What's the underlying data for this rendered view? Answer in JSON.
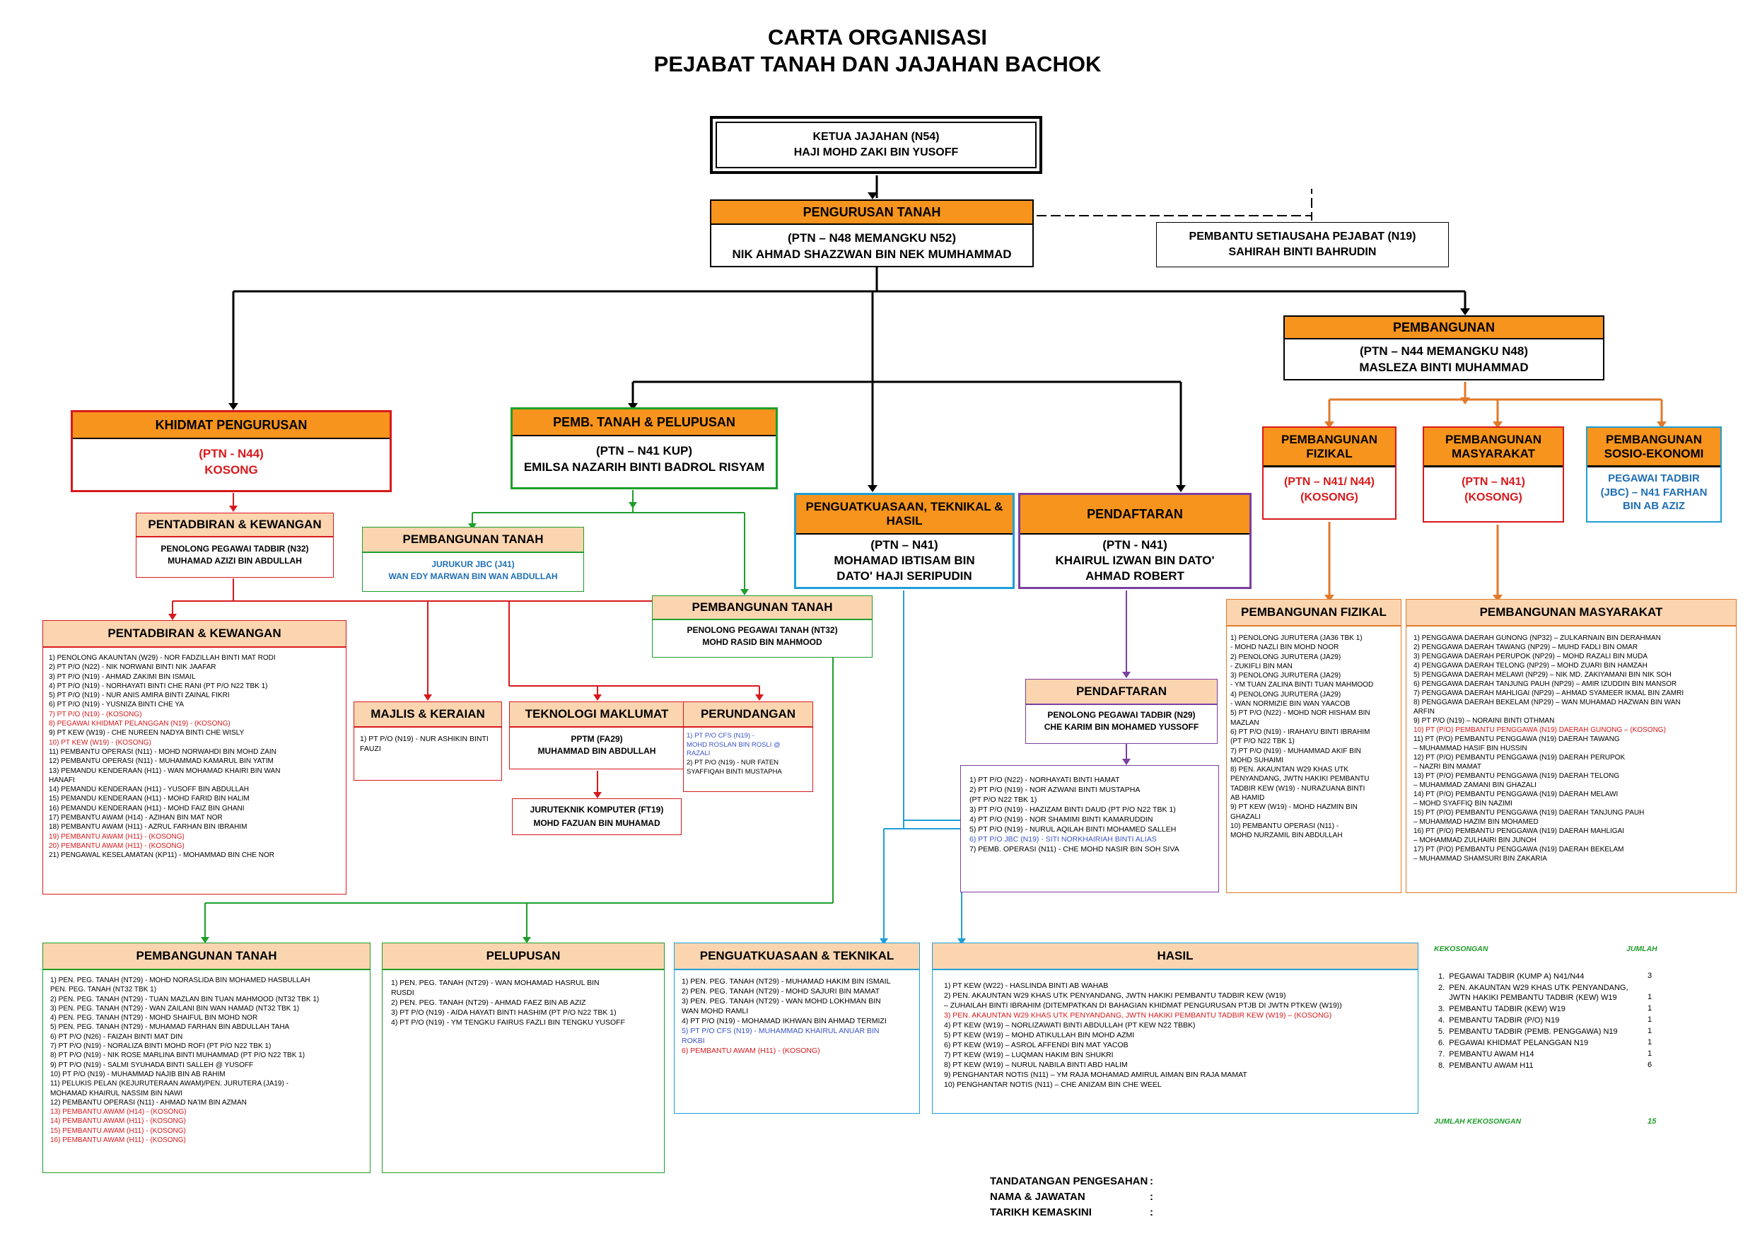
{
  "title": {
    "line1": "CARTA ORGANISASI",
    "line2": "PEJABAT TANAH DAN JAJAHAN BACHOK"
  },
  "ketua": {
    "line1": "KETUA JAJAHAN (N54)",
    "line2": "HAJI MOHD ZAKI BIN YUSOFF"
  },
  "pengurusan": {
    "head": "PENGURUSAN TANAH",
    "line1": "(PTN – N48 MEMANGKU N52)",
    "line2": "NIK AHMAD SHAZZWAN BIN NEK MUMHAMMAD"
  },
  "setiausaha": {
    "line1": "PEMBANTU SETIAUSAHA PEJABAT (N19)",
    "line2": "SAHIRAH BINTI BAHRUDIN"
  },
  "pembangunan": {
    "head": "PEMBANGUNAN",
    "line1": "(PTN – N44 MEMANGKU N48)",
    "line2": "MASLEZA BINTI MUHAMMAD"
  },
  "khidmat": {
    "head": "KHIDMAT PENGURUSAN",
    "line1": "(PTN - N44)",
    "line2": "KOSONG"
  },
  "pembTanah": {
    "head": "PEMB. TANAH & PELUPUSAN",
    "line1": "(PTN – N41 KUP)",
    "line2": "EMILSA NAZARIH BINTI BADROL RISYAM"
  },
  "penguatkuasaan": {
    "head": "PENGUATKUASAAN, TEKNIKAL & HASIL",
    "line1": "(PTN – N41)",
    "line2": "MOHAMAD IBTISAM BIN",
    "line3": "DATO' HAJI SERIPUDIN"
  },
  "pendaftaran": {
    "head": "PENDAFTARAN",
    "line1": "(PTN - N41)",
    "line2": "KHAIRUL IZWAN BIN DATO'",
    "line3": "AHMAD ROBERT"
  },
  "pFizikal": {
    "head": "PEMBANGUNAN FIZIKAL",
    "line1": "(PTN – N41/ N44)",
    "line2": "(KOSONG)"
  },
  "pMasyarakat": {
    "head": "PEMBANGUNAN MASYARAKAT",
    "line1": "(PTN – N41)",
    "line2": "(KOSONG)"
  },
  "pSosio": {
    "head": "PEMBANGUNAN SOSIO-EKONOMI",
    "line1": "PEGAWAI TADBIR",
    "line2": "(JBC) – N41 FARHAN",
    "line3": "BIN AB AZIZ"
  },
  "pentadbiran1": {
    "head": "PENTADBIRAN & KEWANGAN",
    "line1": "PENOLONG PEGAWAI TADBIR (N32)",
    "line2": "MUHAMAD AZIZI BIN ABDULLAH"
  },
  "pembTanahSub": {
    "head": "PEMBANGUNAN TANAH",
    "line1": "JURUKUR JBC (J41)",
    "line2": "WAN EDY MARWAN BIN WAN ABDULLAH"
  },
  "pembTanah2": {
    "head": "PEMBANGUNAN TANAH",
    "line1": "PENOLONG PEGAWAI TANAH (NT32)",
    "line2": "MOHD RASID BIN MAHMOOD"
  },
  "pendaftaranSub": {
    "head": "PENDAFTARAN",
    "line1": "PENOLONG PEGAWAI TADBIR (N29)",
    "line2": "CHE KARIM BIN MOHAMED YUSSOFF"
  },
  "pentadbiran2": {
    "head": "PENTADBIRAN & KEWANGAN",
    "items": [
      {
        "t": "1) PENOLONG AKAUNTAN (W29) - NOR FADZILLAH BINTI MAT RODI",
        "c": ""
      },
      {
        "t": "2) PT P/O (N22) - NIK NORWANI BINTI NIK JAAFAR",
        "c": ""
      },
      {
        "t": "3) PT P/O (N19) - AHMAD ZAKIMI BIN ISMAIL",
        "c": ""
      },
      {
        "t": "4) PT P/O (N19) - NORHAYATI BINTI CHE RANI (PT P/O N22 TBK 1)",
        "c": ""
      },
      {
        "t": "5) PT P/O (N19) - NUR ANIS AMIRA BINTI ZAINAL FIKRI",
        "c": ""
      },
      {
        "t": "6) PT P/O (N19) - YUSNIZA BINTI CHE YA",
        "c": ""
      },
      {
        "t": "7) PT P/O (N19) - (KOSONG)",
        "c": "r"
      },
      {
        "t": "8) PEGAWAI KHIDMAT PELANGGAN (N19) - (KOSONG)",
        "c": "r"
      },
      {
        "t": "9) PT KEW (W19) - CHE NUREEN NADYA BINTI CHE WISLY",
        "c": ""
      },
      {
        "t": "10) PT KEW (W19) - (KOSONG)",
        "c": "r"
      },
      {
        "t": "11) PEMBANTU OPERASI (N11) - MOHD NORWAHDI BIN MOHD ZAIN",
        "c": ""
      },
      {
        "t": "12) PEMBANTU OPERASI (N11) - MUHAMMAD KAMARUL BIN YATIM",
        "c": ""
      },
      {
        "t": "13) PEMANDU KENDERAAN (H11) - WAN MOHAMAD KHAIRI BIN WAN\n      HANAFI",
        "c": ""
      },
      {
        "t": "14) PEMANDU KENDERAAN (H11) - YUSOFF BIN ABDULLAH",
        "c": ""
      },
      {
        "t": "15) PEMANDU KENDERAAN (H11) - MOHD FARID BIN HALIM",
        "c": ""
      },
      {
        "t": "16) PEMANDU KENDERAAN (H11) - MOHD FAIZ BIN GHANI",
        "c": ""
      },
      {
        "t": "17) PEMBANTU AWAM (H14) - AZIHAN BIN MAT NOR",
        "c": ""
      },
      {
        "t": "18) PEMBANTU AWAM (H11) - AZRUL FARHAN BIN IBRAHIM",
        "c": ""
      },
      {
        "t": "19) PEMBANTU AWAM (H11) - (KOSONG)",
        "c": "r"
      },
      {
        "t": "20) PEMBANTU AWAM (H11) - (KOSONG)",
        "c": "r"
      },
      {
        "t": "21) PENGAWAL KESELAMATAN (KP11) - MOHAMMAD BIN CHE NOR",
        "c": ""
      }
    ]
  },
  "majlis": {
    "head": "MAJLIS & KERAIAN",
    "items": [
      {
        "t": "1) PT P/O (N19) - NUR ASHIKIN BINTI\n    FAUZI",
        "c": ""
      }
    ]
  },
  "teknologi": {
    "head": "TEKNOLOGI MAKLUMAT",
    "line1": "PPTM (FA29)",
    "line2": "MUHAMMAD BIN ABDULLAH"
  },
  "juruteknik": {
    "line1": "JURUTEKNIK KOMPUTER (FT19)",
    "line2": "MOHD FAZUAN BIN MUHAMAD"
  },
  "perundangan": {
    "head": "PERUNDANGAN",
    "items": [
      {
        "t": "1) PT P/O CFS (N19) -\n    MOHD ROSLAN BIN ROSLI @\n    RAZALI",
        "c": "b"
      },
      {
        "t": "2) PT P/O (N19) - NUR FATEN\n    SYAFFIQAH BINTI MUSTAPHA",
        "c": ""
      }
    ]
  },
  "pendaftaranList": {
    "items": [
      {
        "t": "1) PT P/O (N22) - NORHAYATI BINTI HAMAT",
        "c": ""
      },
      {
        "t": "2) PT P/O (N19) - NOR AZWANI BINTI MUSTAPHA\n                                  (PT P/O N22 TBK 1)",
        "c": ""
      },
      {
        "t": "3) PT P/O (N19) - HAZIZAM BINTI DAUD (PT P/O N22 TBK 1)",
        "c": ""
      },
      {
        "t": "4) PT P/O (N19) - NOR SHAMIMI BINTI KAMARUDDIN",
        "c": ""
      },
      {
        "t": "5) PT P/O (N19) - NURUL AQILAH BINTI MOHAMED SALLEH",
        "c": ""
      },
      {
        "t": "6) PT P/O JBC (N19) - SITI NORKHAIRIAH BINTI ALIAS",
        "c": "b"
      },
      {
        "t": "7) PEMB. OPERASI (N11) - CHE MOHD NASIR BIN SOH SIVA",
        "c": ""
      }
    ]
  },
  "fizikalList": {
    "head": "PEMBANGUNAN FIZIKAL",
    "items": [
      {
        "t": "1) PENOLONG JURUTERA (JA36 TBK 1)\n    - MOHD NAZLI BIN MOHD NOOR",
        "c": ""
      },
      {
        "t": "2) PENOLONG JURUTERA (JA29)\n    - ZUKIFLI BIN MAN",
        "c": ""
      },
      {
        "t": "3) PENOLONG JURUTERA (JA29)\n    - YM TUAN ZALINA BINTI TUAN MAHMOOD",
        "c": ""
      },
      {
        "t": "4) PENOLONG JURUTERA (JA29)\n    - WAN NORMIZIE BIN WAN YAACOB",
        "c": ""
      },
      {
        "t": "5) PT P/O (N22) - MOHD NOR HISHAM BIN\n                              MAZLAN",
        "c": ""
      },
      {
        "t": "6) PT P/O (N19) - IRAHAYU BINTI IBRAHIM\n                       (PT P/O N22 TBK 1)",
        "c": ""
      },
      {
        "t": "7) PT P/O (N19) - MUHAMMAD AKIF BIN\n                              MOHD SUHAIMI",
        "c": ""
      },
      {
        "t": "8) PEN.  AKAUNTAN W29 KHAS UTK\n    PENYANDANG, JWTN HAKIKI PEMBANTU\n    TADBIR KEW (W19) - NURAZUANA BINTI\n                                  AB HAMID",
        "c": ""
      },
      {
        "t": "9) PT KEW (W19) - MOHD HAZMIN BIN\n                              GHAZALI",
        "c": ""
      },
      {
        "t": "10) PEMBANTU OPERASI (N11) -\n    MOHD NURZAMIL BIN ABDULLAH",
        "c": ""
      }
    ]
  },
  "masyarakatList": {
    "head": "PEMBANGUNAN MASYARAKAT",
    "items": [
      {
        "t": "1)  PENGGAWA DAERAH GUNONG (NP32) – ZULKARNAIN BIN DERAHMAN",
        "c": ""
      },
      {
        "t": "2)  PENGGAWA DAERAH TAWANG (NP29) – MUHD FADLI BIN OMAR",
        "c": ""
      },
      {
        "t": "3)  PENGGAWA DAERAH PERUPOK (NP29) – MOHD RAZALI BIN MUDA",
        "c": ""
      },
      {
        "t": "4)  PENGGAWA DAERAH TELONG (NP29) – MOHD ZUARI BIN HAMZAH",
        "c": ""
      },
      {
        "t": "5)  PENGGAWA DAERAH MELAWI (NP29) – NIK MD. ZAKIYAMANI BIN NIK SOH",
        "c": ""
      },
      {
        "t": "6)  PENGGAWA DAERAH TANJUNG PAUH (NP29) – AMIR IZUDDIN BIN MANSOR",
        "c": ""
      },
      {
        "t": "7)  PENGGAWA DAERAH MAHLIGAI (NP29) – AHMAD SYAMEER IKMAL BIN ZAMRI",
        "c": ""
      },
      {
        "t": "8)  PENGGAWA DAERAH BEKELAM (NP29) – WAN MUHAMAD HAZWAN BIN WAN\n                                                                                    ARFIN",
        "c": ""
      },
      {
        "t": "9)  PT P/O (N19) – NORAINI BINTI OTHMAN",
        "c": ""
      },
      {
        "t": "10)  PT (P/O) PEMBANTU PENGGAWA (N19) DAERAH GUNONG – (KOSONG)",
        "c": "r"
      },
      {
        "t": "11)  PT (P/O) PEMBANTU PENGGAWA (N19) DAERAH TAWANG\n      –  MUHAMMAD HASIF BIN HUSSIN",
        "c": ""
      },
      {
        "t": "12)  PT (P/O) PEMBANTU PENGGAWA (N19) DAERAH PERUPOK\n      –  NAZRI BIN MAMAT",
        "c": ""
      },
      {
        "t": "13)  PT (P/O) PEMBANTU PENGGAWA (N19) DAERAH TELONG\n      –  MUHAMMAD ZAMANI BIN GHAZALI",
        "c": ""
      },
      {
        "t": "14)  PT (P/O) PEMBANTU PENGGAWA (N19) DAERAH MELAWI\n      –  MOHD SYAFFIQ BIN NAZIMI",
        "c": ""
      },
      {
        "t": "15)  PT (P/O) PEMBANTU PENGGAWA (N19) DAERAH TANJUNG PAUH\n      –  MUHAMMAD HAZIM BIN MOHAMED",
        "c": ""
      },
      {
        "t": "16)  PT (P/O) PEMBANTU PENGGAWA (N19) DAERAH MAHLIGAI\n      –  MOHAMMAD ZULHAIRI BIN JUNOH",
        "c": ""
      },
      {
        "t": "17)  PT (P/O) PEMBANTU PENGGAWA (N19) DAERAH BEKELAM\n      –  MUHAMMAD SHAMSURI BIN ZAKARIA",
        "c": ""
      }
    ]
  },
  "pembTanahList": {
    "head": "PEMBANGUNAN TANAH",
    "items": [
      {
        "t": "1) PEN. PEG. TANAH (NT29) - MOHD NORASLIDA BIN MOHAMED HASBULLAH\n                                              PEN. PEG. TANAH (NT32 TBK 1)",
        "c": ""
      },
      {
        "t": "2) PEN. PEG. TANAH (NT29) - TUAN MAZLAN BIN TUAN MAHMOOD (NT32 TBK 1)",
        "c": ""
      },
      {
        "t": "3) PEN. PEG. TANAH (NT29) - WAN ZAILANI BIN WAN HAMAD (NT32 TBK 1)",
        "c": ""
      },
      {
        "t": "4) PEN. PEG. TANAH (NT29) - MOHD SHAIFUL BIN MOHD NOR",
        "c": ""
      },
      {
        "t": "5) PEN. PEG. TANAH (NT29) - MUHAMAD FARHAN BIN ABDULLAH TAHA",
        "c": ""
      },
      {
        "t": "6) PT P/O (N26) - FAIZAH BINTI MAT DIN",
        "c": ""
      },
      {
        "t": "7) PT P/O (N19) - NORALIZA BINTI MOHD ROFI (PT P/O N22 TBK 1)",
        "c": ""
      },
      {
        "t": "8) PT P/O (N19) - NIK ROSE MARLINA BINTI MUHAMMAD (PT P/O N22 TBK 1)",
        "c": ""
      },
      {
        "t": "9) PT P/O (N19) - SALMI SYUHADA BINTI SALLEH @ YUSOFF",
        "c": ""
      },
      {
        "t": "10) PT P/O (N19) - MUHAMMAD NAJIB BIN AB RAHIM",
        "c": ""
      },
      {
        "t": "11) PELUKIS PELAN (KEJURUTERAAN AWAM)/PEN. JURUTERA (JA19) -\n      MOHAMAD KHAIRUL NASSIM BIN NAWI",
        "c": ""
      },
      {
        "t": "12) PEMBANTU OPERASI (N11) - AHMAD NA'IM BIN AZMAN",
        "c": ""
      },
      {
        "t": "13) PEMBANTU AWAM (H14) - (KOSONG)",
        "c": "r"
      },
      {
        "t": "14) PEMBANTU AWAM (H11) - (KOSONG)",
        "c": "r"
      },
      {
        "t": "15) PEMBANTU AWAM (H11) - (KOSONG)",
        "c": "r"
      },
      {
        "t": "16) PEMBANTU AWAM (H11) - (KOSONG)",
        "c": "r"
      }
    ]
  },
  "pelupusanList": {
    "head": "PELUPUSAN",
    "items": [
      {
        "t": "1) PEN. PEG. TANAH (NT29) - WAN MOHAMAD HASRUL BIN\n                                               RUSDI",
        "c": ""
      },
      {
        "t": "2) PEN. PEG. TANAH (NT29) - AHMAD FAEZ BIN AB AZIZ",
        "c": ""
      },
      {
        "t": "3) PT P/O (N19) - AIDA HAYATI BINTI HASHIM (PT P/O N22 TBK 1)",
        "c": ""
      },
      {
        "t": "4) PT P/O (N19) - YM TENGKU FAIRUS FAZLI BIN TENGKU YUSOFF",
        "c": ""
      }
    ]
  },
  "teknikalList": {
    "head": "PENGUATKUASAAN & TEKNIKAL",
    "items": [
      {
        "t": "1) PEN. PEG. TANAH (NT29) - MUHAMAD HAKIM BIN ISMAIL",
        "c": ""
      },
      {
        "t": "2) PEN. PEG. TANAH (NT29) - MOHD SAJURI BIN MAMAT",
        "c": ""
      },
      {
        "t": "3) PEN. PEG. TANAH (NT29) - WAN MOHD LOKHMAN BIN\n                                               WAN MOHD RAMLI",
        "c": ""
      },
      {
        "t": "4) PT P/O (N19) - MOHAMAD IKHWAN BIN AHMAD TERMIZI",
        "c": ""
      },
      {
        "t": "5) PT P/O CFS (N19) - MUHAMMAD KHAIRUL ANUAR BIN\n                                              ROKBI",
        "c": "b"
      },
      {
        "t": "6) PEMBANTU AWAM (H11) - (KOSONG)",
        "c": "r"
      }
    ]
  },
  "hasilList": {
    "head": "HASIL",
    "items": [
      {
        "t": "1) PT KEW (W22) - HASLINDA BINTI AB WAHAB",
        "c": ""
      },
      {
        "t": "2) PEN. AKAUNTAN W29 KHAS UTK PENYANDANG, JWTN HAKIKI PEMBANTU TADBIR KEW (W19)\n       –  ZUHAILAH BINTI IBRAHIM (DITEMPATKAN DI BAHAGIAN KHIDMAT PENGURUSAN PTJB DI JWTN PTKEW (W19))",
        "c": ""
      },
      {
        "t": "3) PEN. AKAUNTAN W29 KHAS UTK PENYANDANG, JWTN HAKIKI PEMBANTU TADBIR KEW (W19) – (KOSONG)",
        "c": "r"
      },
      {
        "t": "4) PT KEW (W19) – NORLIZAWATI BINTI ABDULLAH (PT KEW N22 TBBK)",
        "c": ""
      },
      {
        "t": "5) PT KEW (W19) –  MOHD ATIKULLAH BIN MOHD AZMI",
        "c": ""
      },
      {
        "t": "6) PT KEW (W19) – ASROL AFFENDI BIN MAT YACOB",
        "c": ""
      },
      {
        "t": "7) PT KEW (W19) – LUQMAN HAKIM BIN SHUKRI",
        "c": ""
      },
      {
        "t": "8) PT KEW (W19) – NURUL NABILA BINTI ABD HALIM",
        "c": ""
      },
      {
        "t": "9) PENGHANTAR NOTIS (N11) – YM RAJA MOHAMAD AMIRUL AIMAN BIN RAJA MAMAT",
        "c": ""
      },
      {
        "t": "10) PENGHANTAR NOTIS (N11) – CHE ANIZAM BIN CHE WEEL",
        "c": ""
      }
    ]
  },
  "vacancy": {
    "header": "KEKOSONGAN",
    "jumlah": "JUMLAH",
    "rows": [
      {
        "label": "1.  PEGAWAI TADBIR (KUMP A) N41/N44",
        "count": "3"
      },
      {
        "label": "2.  PEN. AKAUNTAN W29 KHAS UTK PENYANDANG,\n     JWTN HAKIKI PEMBANTU TADBIR (KEW) W19",
        "count": "1"
      },
      {
        "label": "3.  PEMBANTU TADBIR (KEW) W19",
        "count": "1"
      },
      {
        "label": "4.  PEMBANTU TADBIR (P/O) N19",
        "count": "1"
      },
      {
        "label": "5.  PEMBANTU TADBIR (PEMB. PENGGAWA) N19",
        "count": "1"
      },
      {
        "label": "6.  PEGAWAI KHIDMAT PELANGGAN N19",
        "count": "1"
      },
      {
        "label": "7.  PEMBANTU AWAM H14",
        "count": "1"
      },
      {
        "label": "8.  PEMBANTU AWAM H11",
        "count": "6"
      }
    ],
    "total_label": "JUMLAH KEKOSONGAN",
    "total": "15"
  },
  "signature": {
    "l1": "TANDATANGAN PENGESAHAN",
    "l2": "NAMA & JAWATAN",
    "l3": "TARIKH KEMASKINI",
    "colon": ":"
  },
  "colors": {
    "orange": "#f7941d",
    "red": "#d7191c",
    "green": "#1e9e2a",
    "blue": "#1f9fd6",
    "purple": "#7b3fa0",
    "gold": "#d97a2b"
  }
}
